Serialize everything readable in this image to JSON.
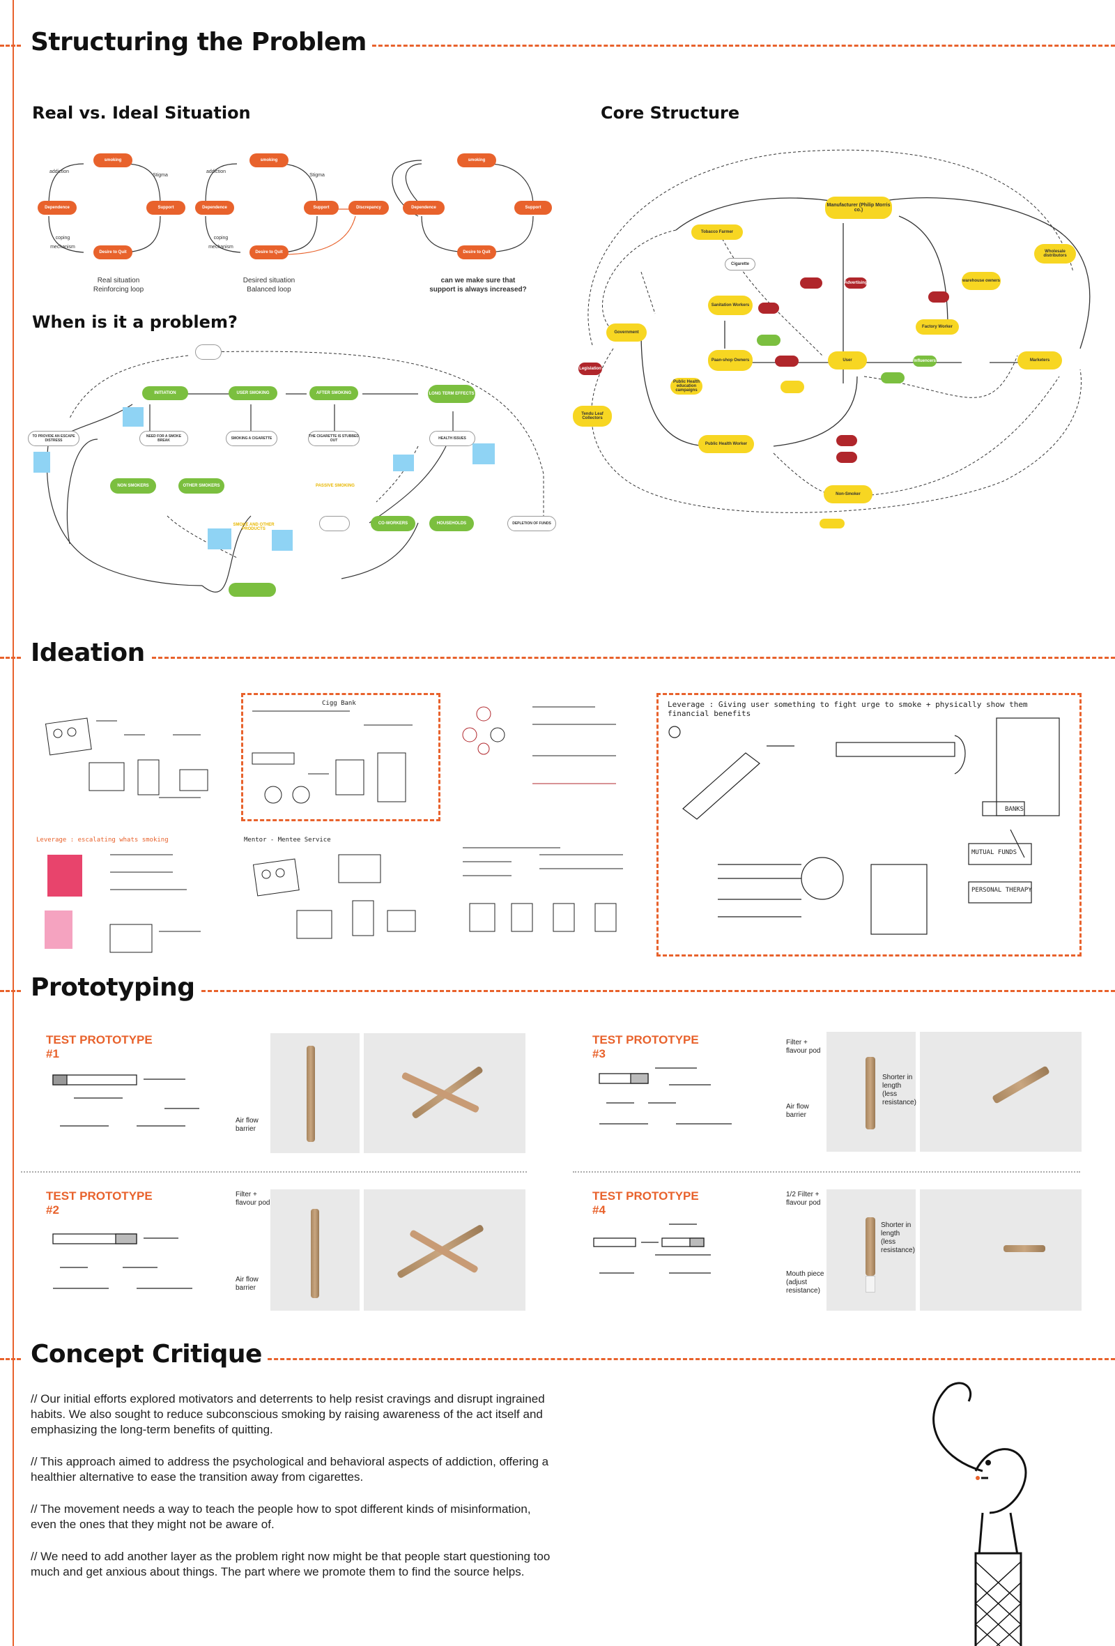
{
  "sections": {
    "structuring": "Structuring the Problem",
    "ideation": "Ideation",
    "prototyping": "Prototyping",
    "critique": "Concept Critique"
  },
  "structuring": {
    "real_vs_ideal": "Real vs. Ideal Situation",
    "when_problem": "When is it a problem?",
    "core_structure": "Core Structure",
    "loops": [
      {
        "caption": "Real situation",
        "subcaption": "Reinforcing loop"
      },
      {
        "caption": "Desired situation",
        "subcaption": "Balanced loop"
      },
      {
        "caption": "can we make sure that support is always increased?",
        "subcaption": ""
      }
    ],
    "loop_nodes": {
      "top": "smoking",
      "left": "Dependence",
      "right": "Support",
      "bottom": "Desire to Quit",
      "extra": "Discrepancy"
    },
    "loop_labels": {
      "addiction": "addiction",
      "stigma": "Stigma",
      "coping": "coping mechanism"
    },
    "when_nodes": {
      "initiation": "INITIATION",
      "user_smoking": "USER SMOKING",
      "after_smoking": "AFTER SMOKING",
      "long_term": "LONG TERM EFFECTS",
      "escape": "TO PROVIDE AN ESCAPE DISTRESS",
      "need_break": "NEED FOR A SMOKE BREAK",
      "smoking_cig": "SMOKING A CIGARETTE",
      "stubbed": "THE CIGARETTE IS STUBBED OUT",
      "health": "HEALTH ISSUES",
      "non_smokers": "NON SMOKERS",
      "other_smokers": "OTHER SMOKERS",
      "co_workers": "CO-WORKERS",
      "household": "HOUSEHOLDS",
      "depletion": "DEPLETION OF FUNDS",
      "passive": "PASSIVE SMOKING",
      "smoke_products": "SMOKE AND OTHER PRODUCTS"
    },
    "core_nodes": {
      "manufacturer": "Manufacturer (Philip Morris co.)",
      "tobacco_farmer": "Tobacco Farmer",
      "government": "Government",
      "sanitation": "Sanitation Workers",
      "paan_shop": "Paan-shop Owners",
      "user": "User",
      "public_health": "Public Health Worker",
      "non_smoker": "Non-Smoker",
      "factory": "Factory Worker",
      "warehouse": "warehouse owners",
      "wholesale": "Wholesale distributors",
      "marketers": "Marketers",
      "tendu": "Tendu Leaf Collectors",
      "cigarette": "Cigarette",
      "legislation": "Legislation",
      "advertising": "Advertising",
      "health_edu": "Public Health education campaigns",
      "influencers": "Influencers"
    }
  },
  "ideation": {
    "leverage_line": "Leverage : Giving user something to fight urge to smoke + physically show them financial benefits",
    "labels": [
      "Cigg Bank",
      "Mentor - Mentee Service",
      "Leverage : escalating whats smoking",
      "BANKS",
      "MUTUAL FUNDS",
      "PERSONAL THERAPY"
    ]
  },
  "prototypes": [
    {
      "title": "TEST PROTOTYPE #1",
      "labels": [
        "Air flow barrier"
      ]
    },
    {
      "title": "TEST PROTOTYPE #2",
      "labels": [
        "Filter + flavour pod",
        "Air flow barrier"
      ]
    },
    {
      "title": "TEST PROTOTYPE #3",
      "labels": [
        "Filter + flavour pod",
        "Air flow barrier",
        "Shorter in length (less resistance)"
      ]
    },
    {
      "title": "TEST PROTOTYPE #4",
      "labels": [
        "1/2 Filter + flavour pod",
        "Mouth piece (adjust resistance)",
        "Shorter in length (less resistance)"
      ]
    }
  ],
  "critique": {
    "paragraphs": [
      "// Our initial efforts explored motivators and deterrents to help resist cravings and disrupt ingrained habits. We also sought to reduce subconscious smoking by raising awareness of the act itself and emphasizing the long-term benefits of quitting.",
      "// This approach aimed to address the psychological and behavioral aspects of addiction, offering a healthier alternative to ease the transition away from cigarettes.",
      "// The movement needs a way to teach the people how to spot different kinds of misinformation, even the ones that they might not be aware of.",
      "// We need to add another layer as the problem right now might be that people start questioning too much and get anxious about things. The part where we promote them to find the source helps."
    ]
  },
  "colors": {
    "accent": "#e8622c",
    "yellow": "#f7d622",
    "green": "#7bbf3f",
    "red": "#b0262b",
    "blue": "#8fd3f4"
  }
}
